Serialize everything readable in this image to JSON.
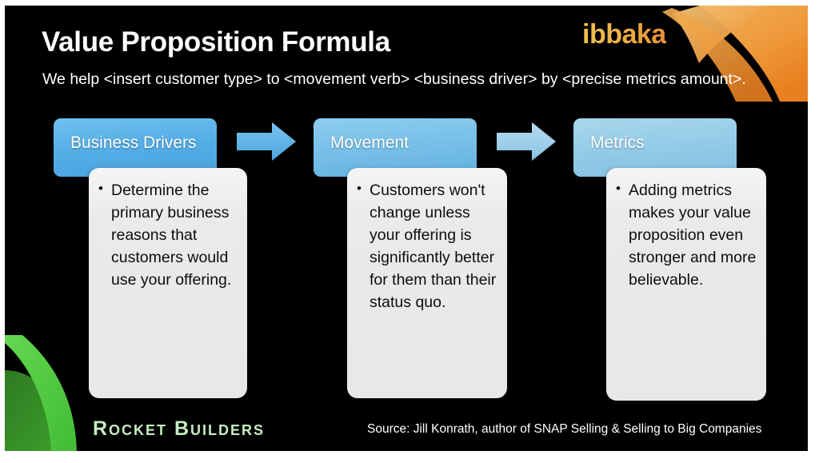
{
  "slide": {
    "title": "Value Proposition Formula",
    "subtitle": "We help <insert customer type> to <movement verb> <business driver> by <precise metrics amount>.",
    "background_color": "#000000"
  },
  "logo": {
    "text": "ibbaka",
    "color": "#edb34a"
  },
  "decorations": {
    "top_right_shape": "orange-wave-shape",
    "bottom_left_shape": "green-wedge-shape",
    "orange_color": "#ef8c2a",
    "green_color": "#4cc33f"
  },
  "stages": [
    {
      "label": "Business Drivers",
      "header_color": "#55aee6",
      "bullets": [
        "Determine the primary business reasons that customers would use your offering."
      ]
    },
    {
      "label": "Movement",
      "header_color": "#77c0e8",
      "bullets": [
        "Customers won't change unless your offering is significantly better for them than their status quo."
      ]
    },
    {
      "label": "Metrics",
      "header_color": "#93cbe7",
      "bullets": [
        "Adding metrics makes your value proposition even stronger and more believable."
      ]
    }
  ],
  "arrows": [
    {
      "name": "arrow-1",
      "color": "#5fb5e8"
    },
    {
      "name": "arrow-2",
      "color": "#9bd0ea"
    }
  ],
  "footer": {
    "brand": "Rocket Builders",
    "brand_color": "#c6edc1",
    "source": "Source: Jill Konrath, author of SNAP Selling & Selling to Big Companies"
  }
}
